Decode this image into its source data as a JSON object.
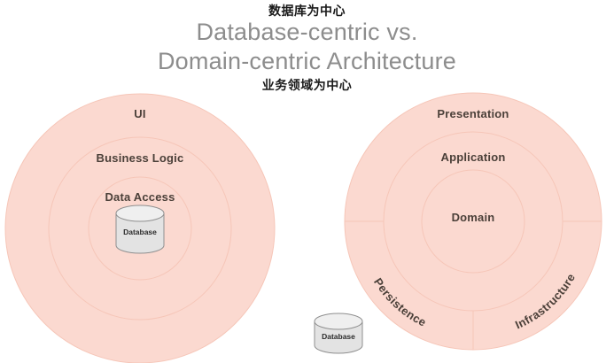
{
  "title": {
    "line1": "Database-centric vs.",
    "line2": "Domain-centric Architecture",
    "full": "Database-centric vs.\nDomain-centric Architecture"
  },
  "annotations": {
    "top_cn": "数据库为中心",
    "bottom_cn": "业务领域为中心"
  },
  "left_diagram": {
    "name": "database-centric-architecture",
    "rings": [
      {
        "label": "UI"
      },
      {
        "label": "Business Logic"
      },
      {
        "label": "Data Access"
      }
    ],
    "cylinder": {
      "label": "Database"
    }
  },
  "right_diagram": {
    "name": "domain-centric-architecture",
    "rings": [
      {
        "label": "Presentation"
      },
      {
        "label": "Application"
      },
      {
        "label": "Domain"
      }
    ],
    "outer_segments": [
      {
        "label": "Persistence"
      },
      {
        "label": "Infrastructure"
      }
    ]
  },
  "bottom_cylinder": {
    "label": "Database"
  },
  "colors": {
    "ring_fill": "#fbd9d0",
    "ring_stroke": "#f6c6b8",
    "ring_text": "#4b4039",
    "title_text": "#8d8d8d",
    "annotation_text": "#1a1a1a",
    "cylinder_body": "#e3e3e3",
    "cylinder_top": "#efefef",
    "cylinder_stroke": "#8f8f8f",
    "background": "#ffffff"
  }
}
